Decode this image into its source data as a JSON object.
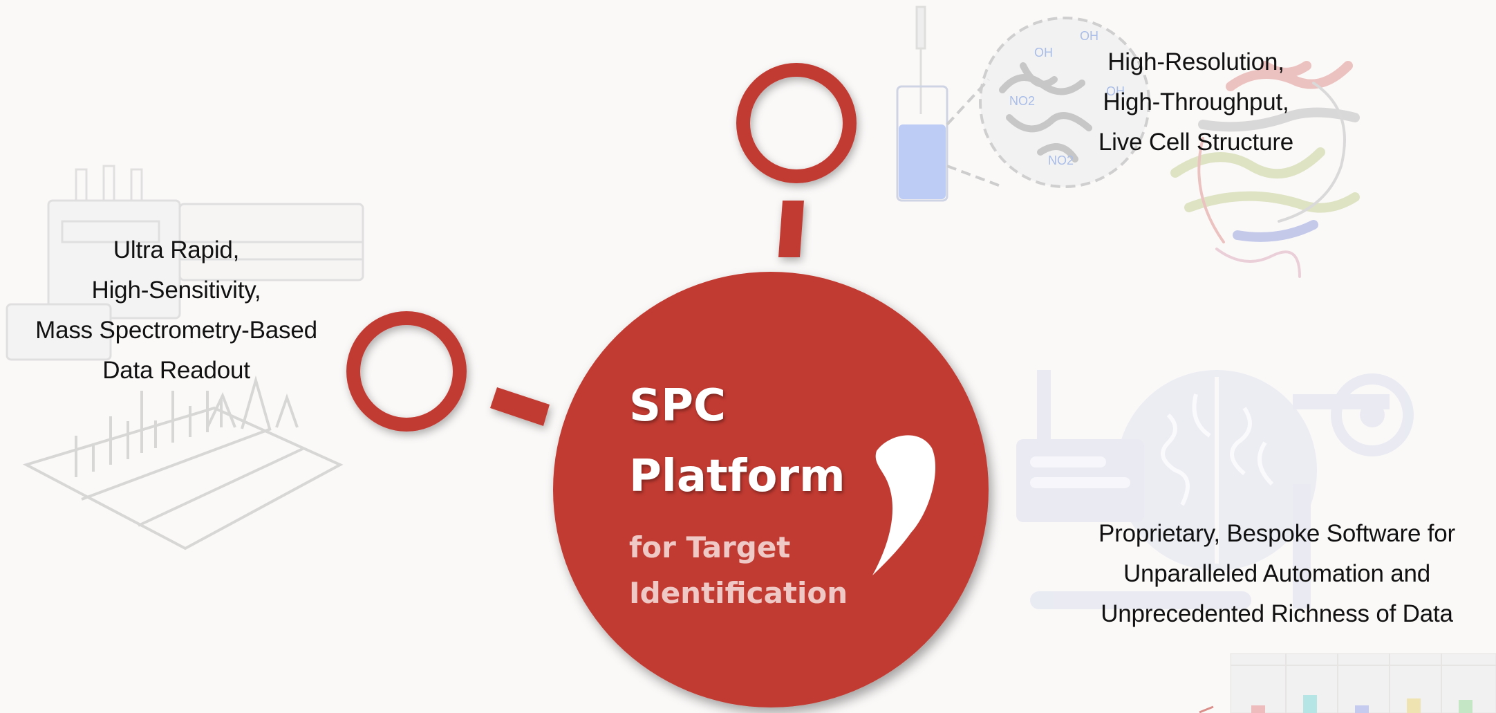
{
  "diagram": {
    "hub": {
      "title_line1": "SPC",
      "title_line2": "Platform",
      "subtitle_line1": "for Target",
      "subtitle_line2": "Identification"
    },
    "nodes": {
      "left": {
        "lines": [
          "Ultra Rapid,",
          "High-Sensitivity,",
          "Mass Spectrometry-Based",
          "Data Readout"
        ]
      },
      "top": {
        "lines": [
          "High-Resolution,",
          "High-Throughput,",
          "Live Cell Structure"
        ]
      },
      "right": {
        "lines": [
          "Proprietary, Bespoke Software for",
          "Unparalleled Automation and",
          "Unprecedented Richness of Data"
        ]
      }
    },
    "colors": {
      "hub_red": "#c23a33",
      "subtitle_pink": "#efc9c6",
      "text_dark": "#111111",
      "background": "#fbf9f8",
      "illustration_gray": "#d4d4d4",
      "illustration_blue": "#dfe2ef"
    },
    "molecule_labels": [
      "OH",
      "OH",
      "OH",
      "NO2",
      "NO2"
    ]
  }
}
